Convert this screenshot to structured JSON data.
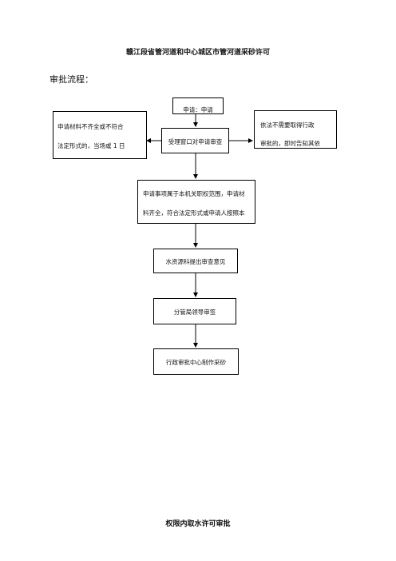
{
  "document": {
    "title": "赣江段省管河道和中心城区市管河道采砂许可",
    "subheading": "审批流程：",
    "footer_title": "权限内取水许可审批"
  },
  "flow": {
    "top": "申请：申请",
    "left_line1": "申请材料不齐全或不符合",
    "left_line2": "法定形式的，当场或 1 日",
    "center": "受理窗口对申请审查",
    "right_line1": "依法不需要取得行政",
    "right_line2": "审批的，即时告知其依",
    "scope_line1": "申请事项属于本机关职权范围，申请材",
    "scope_line2": "料齐全，符合法定形式或申请人按照本",
    "water": "水资源科提出审查意见",
    "leader": "分管局领导审签",
    "center_make": "行政审批中心制作采砂"
  }
}
